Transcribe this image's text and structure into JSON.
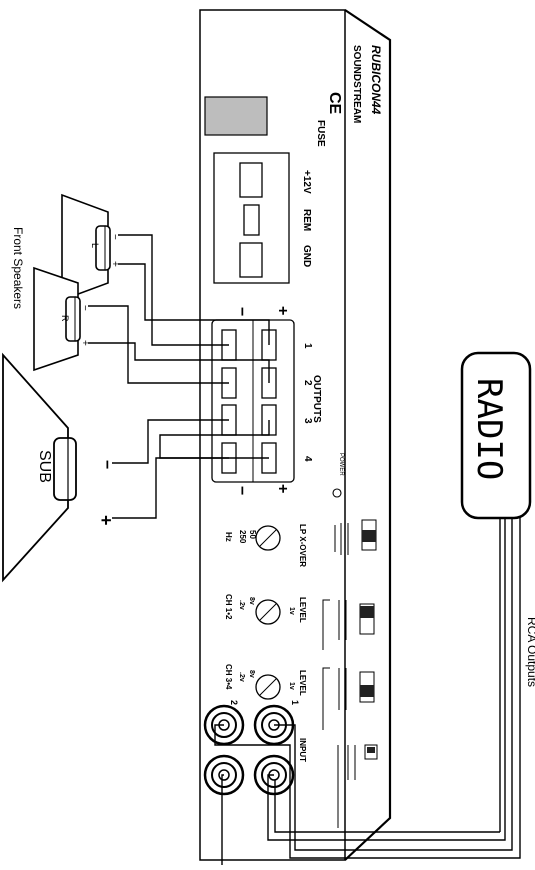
{
  "amplifier": {
    "model": "RUBICON44",
    "brand": "SOUNDSTREAM",
    "ce_mark": "CE",
    "fuse_label": "FUSE",
    "power_labels": [
      "+12V",
      "REM",
      "GND"
    ],
    "outputs_label": "OUTPUTS",
    "channel_numbers": [
      "1",
      "2",
      "3",
      "4"
    ],
    "polarity_minus": "−",
    "polarity_plus": "+",
    "power_indicator": "POWER",
    "lp_xover": "LP X-OVER",
    "xover_freqs": [
      "50",
      "250"
    ],
    "hz": "Hz",
    "level_label": "LEVEL",
    "level_values": [
      "1v",
      "8v",
      ".2v"
    ],
    "ch12": "CH 1•2",
    "ch34": "CH 3•4",
    "input_label": "INPUT",
    "input_numbers": [
      "1",
      "2"
    ]
  },
  "labels": {
    "radio": "RADIO",
    "rca_outputs": "RCA Outputs",
    "front_speakers": "Front Speakers",
    "sub": "SUB",
    "speaker_left": "L",
    "speaker_right": "R"
  },
  "colors": {
    "line": "#000000",
    "background": "#ffffff"
  }
}
